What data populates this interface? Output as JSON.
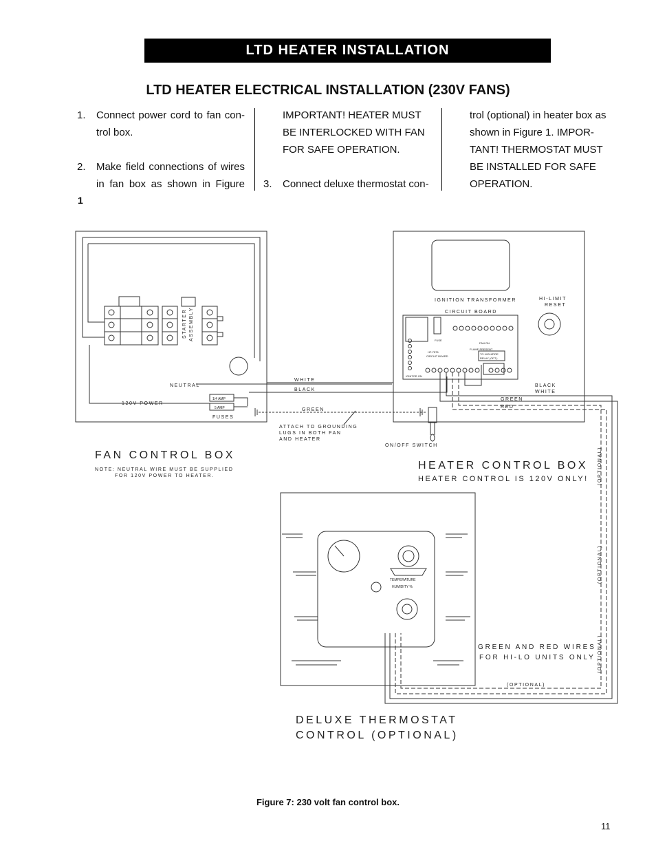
{
  "header": {
    "banner": "LTD HEATER INSTALLATION",
    "subtitle": "LTD HEATER ELECTRICAL INSTALLATION (230V FANS)"
  },
  "steps": [
    {
      "num": "1.",
      "text": "Connect power cord to fan con-trol box."
    },
    {
      "num": "2.",
      "text": "Make field connections of wires in fan box as shown in Figure"
    },
    {
      "text": "IMPORTANT! HEATER MUST BE INTERLOCKED WITH FAN FOR SAFE OPERATION."
    },
    {
      "num": "3.",
      "text": "Connect deluxe thermostat con-"
    },
    {
      "text": "trol (optional) in heater box as shown in Figure 1. IMPOR-TANT! THERMOSTAT MUST BE INSTALLED FOR SAFE OPERATION."
    }
  ],
  "stray_char": "1",
  "diagram": {
    "fan_box_title": "FAN CONTROL BOX",
    "fan_note_1": "NOTE: NEUTRAL WIRE MUST BE SUPPLIED",
    "fan_note_2": "FOR 120V POWER TO HEATER.",
    "starter_1": "STARTER",
    "starter_2": "ASSEMBLY",
    "neutral": "NEUTRAL",
    "power": "120V POWER",
    "fuse_1": "1/4 AMP",
    "fuse_2": "5 AMP",
    "fuses": "FUSES",
    "white": "WHITE",
    "black": "BLACK",
    "green": "GREEN",
    "attach_1": "ATTACH TO GROUNDING",
    "attach_2": "LUGS IN BOTH FAN",
    "attach_3": "AND HEATER",
    "onoff": "ON/OFF SWITCH",
    "ignition_transformer": "IGNITION TRANSFORMER",
    "hilimit_1": "HI-LIMIT",
    "hilimit_2": "RESET",
    "circuit_board": "CIRCUIT BOARD",
    "fuse_small": "FUSE",
    "fan_on": "FAN ON",
    "flame_present": "FLAME PRESENT",
    "hf_1": "HF-7576",
    "hf_2": "CIRCUIT BOARD",
    "relay_1": "TO HIGH/FIRE",
    "relay_2": "RELAY (OPT.)",
    "ignitor_on": "IGNITOR ON",
    "hb_black": "BLACK",
    "hb_white": "WHITE",
    "hb_green": "GREEN",
    "hb_red": "RED",
    "heater_title": "HEATER CONTROL BOX",
    "heater_note": "HEATER CONTROL IS 120V ONLY!",
    "optional": "(OPTIONAL)",
    "temperature": "TEMPERATURE",
    "humidity": "HUMIDITY %",
    "green_red_1": "GREEN AND RED WIRES",
    "green_red_2": "FOR HI-LO UNITS ONLY",
    "thermo_title_1": "DELUXE THERMOSTAT",
    "thermo_title_2": "CONTROL (OPTIONAL)"
  },
  "caption": "Figure 7: 230 volt fan control box.",
  "page_number": "11"
}
